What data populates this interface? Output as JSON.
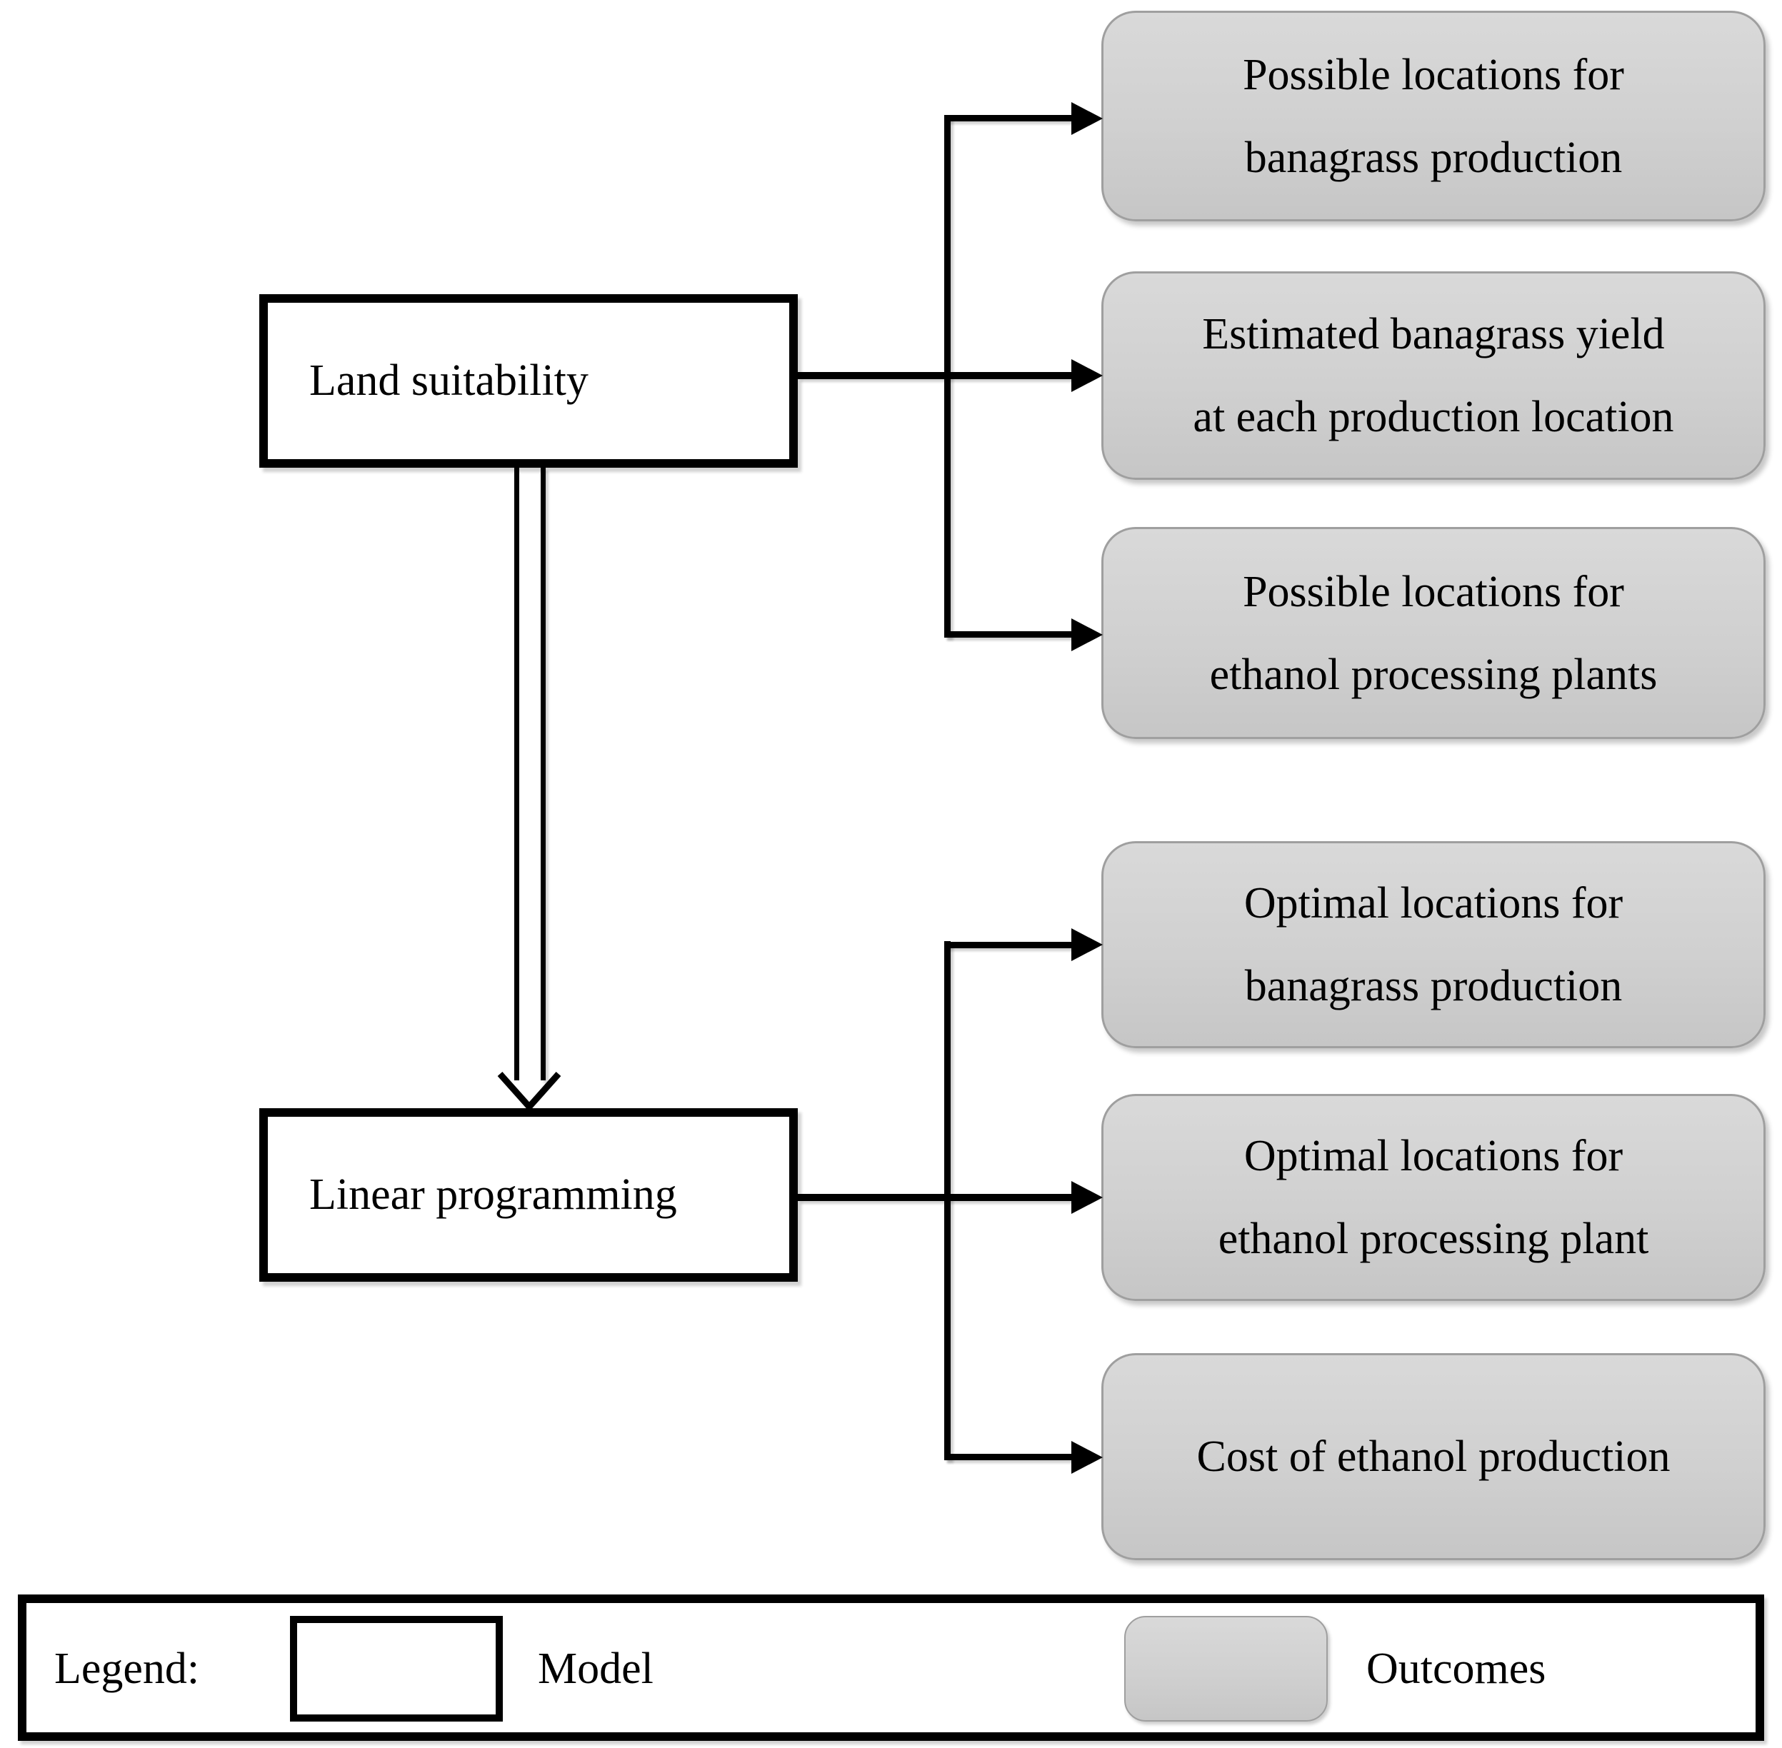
{
  "figure": {
    "type": "flow-diagram",
    "background": "#ffffff"
  },
  "nodes": {
    "models": [
      {
        "label": "Land suitability"
      },
      {
        "label": "Linear programming"
      }
    ],
    "outcomes": [
      {
        "text": "Possible locations for\nbanagrass production"
      },
      {
        "text": "Estimated banagrass yield\nat each production location"
      },
      {
        "text": "Possible locations for\nethanol processing plants"
      },
      {
        "text": "Optimal locations for\nbanagrass production"
      },
      {
        "text": "Optimal locations for\nethanol processing plant"
      },
      {
        "text": "Cost of ethanol production"
      }
    ]
  },
  "legend": {
    "title": "Legend:",
    "model_label": "Model",
    "outcomes_label": "Outcomes"
  },
  "colors": {
    "line": "#000000",
    "model_fill": "#ffffff",
    "model_border": "#000000",
    "outcome_fill_top": "#d9d9d9",
    "outcome_fill_bottom": "#c6c6c6",
    "outcome_border": "#9f9f9f"
  }
}
